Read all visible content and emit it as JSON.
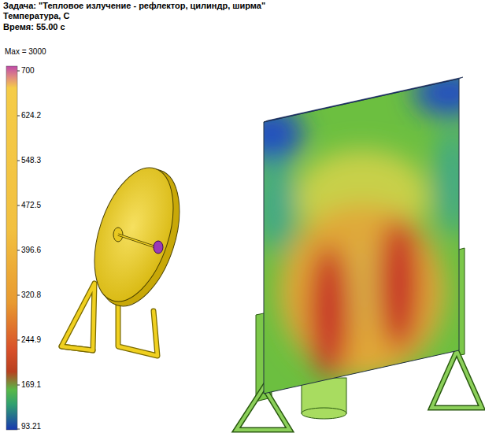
{
  "diagram": {
    "title": "Задача: \"Тепловое излучение - рефлектор, цилиндр, ширма\"",
    "labels": [
      "Температура, С",
      "Время: 55.00 с",
      "Max = 3000",
      "700",
      "624.2",
      "548.3",
      "472.5",
      "396.6",
      "320.8",
      "244.9",
      "169.1",
      "93.21"
    ]
  }
}
